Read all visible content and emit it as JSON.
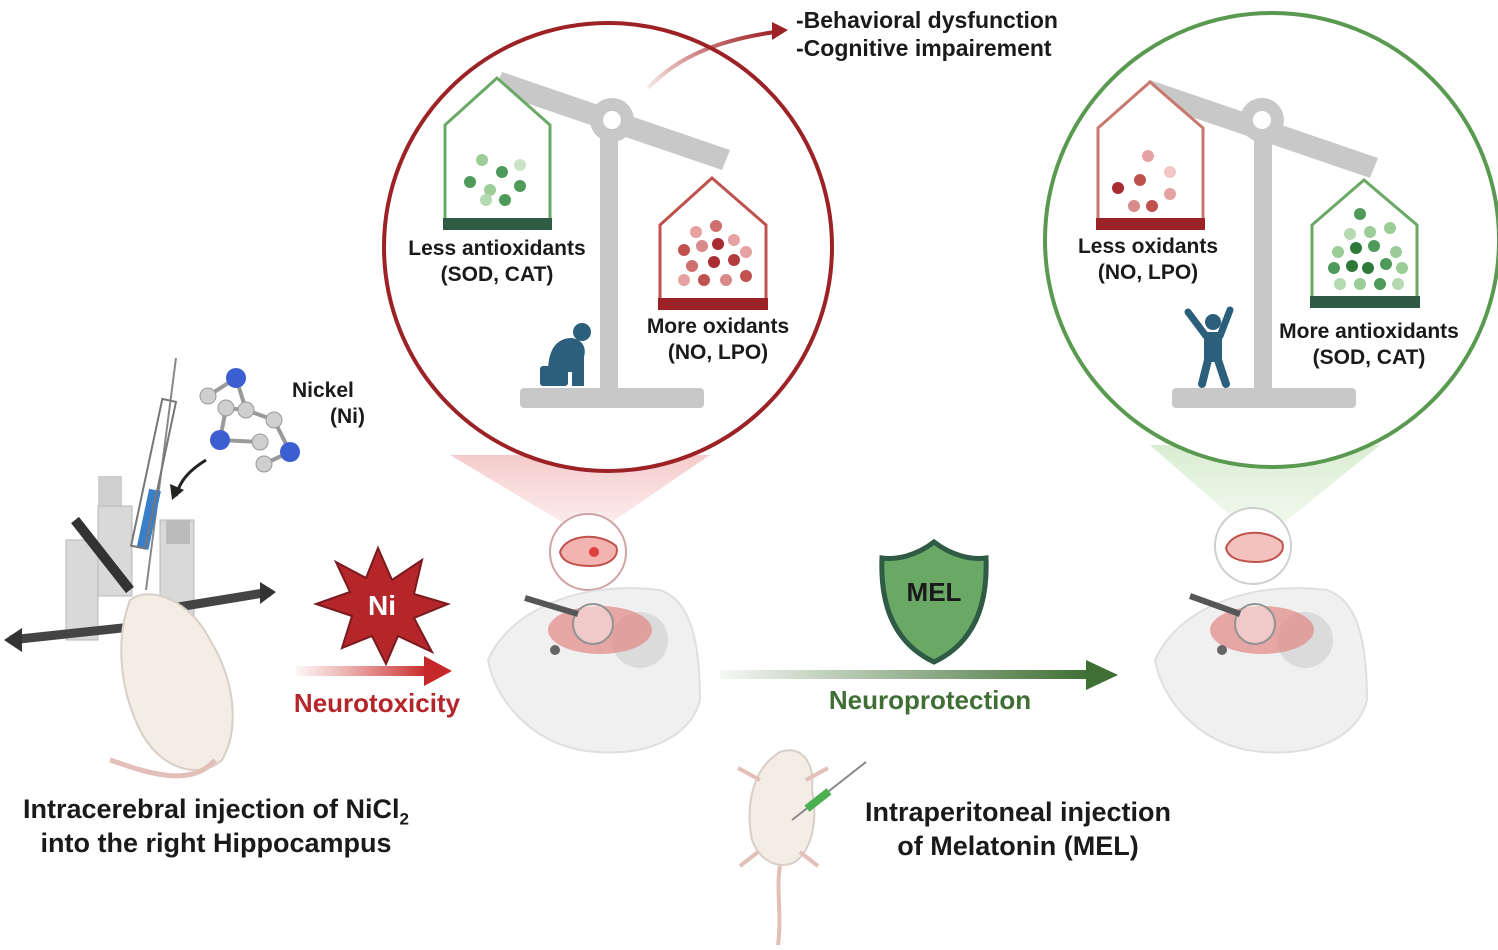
{
  "nickel": {
    "name": "Nickel",
    "symbol": "(Ni)"
  },
  "outcomes": {
    "line1": "-Behavioral dysfunction",
    "line2": "-Cognitive impairement"
  },
  "toxic_balance": {
    "less_label": "Less antioxidants",
    "less_sub": "(SOD, CAT)",
    "more_label": "More oxidants",
    "more_sub": "(NO, LPO)"
  },
  "protected_balance": {
    "less_label": "Less oxidants",
    "less_sub": "(NO, LPO)",
    "more_label": "More antioxidants",
    "more_sub": "(SOD, CAT)"
  },
  "ni_burst": "Ni",
  "neurotoxicity": "Neurotoxicity",
  "mel_shield": "MEL",
  "neuroprotection": "Neuroprotection",
  "injection_left": {
    "line1_prefix": "Intracerebral injection of NiCl",
    "line1_sub": "2",
    "line2": "into the right Hippocampus"
  },
  "injection_right": {
    "line1": "Intraperitoneal injection",
    "line2": "of Melatonin (MEL)"
  },
  "colors": {
    "red": "#b5262a",
    "dark_red": "#8e1f24",
    "green": "#3f6f34",
    "dark_green": "#2f5a44",
    "gray": "#c8c8c8"
  }
}
